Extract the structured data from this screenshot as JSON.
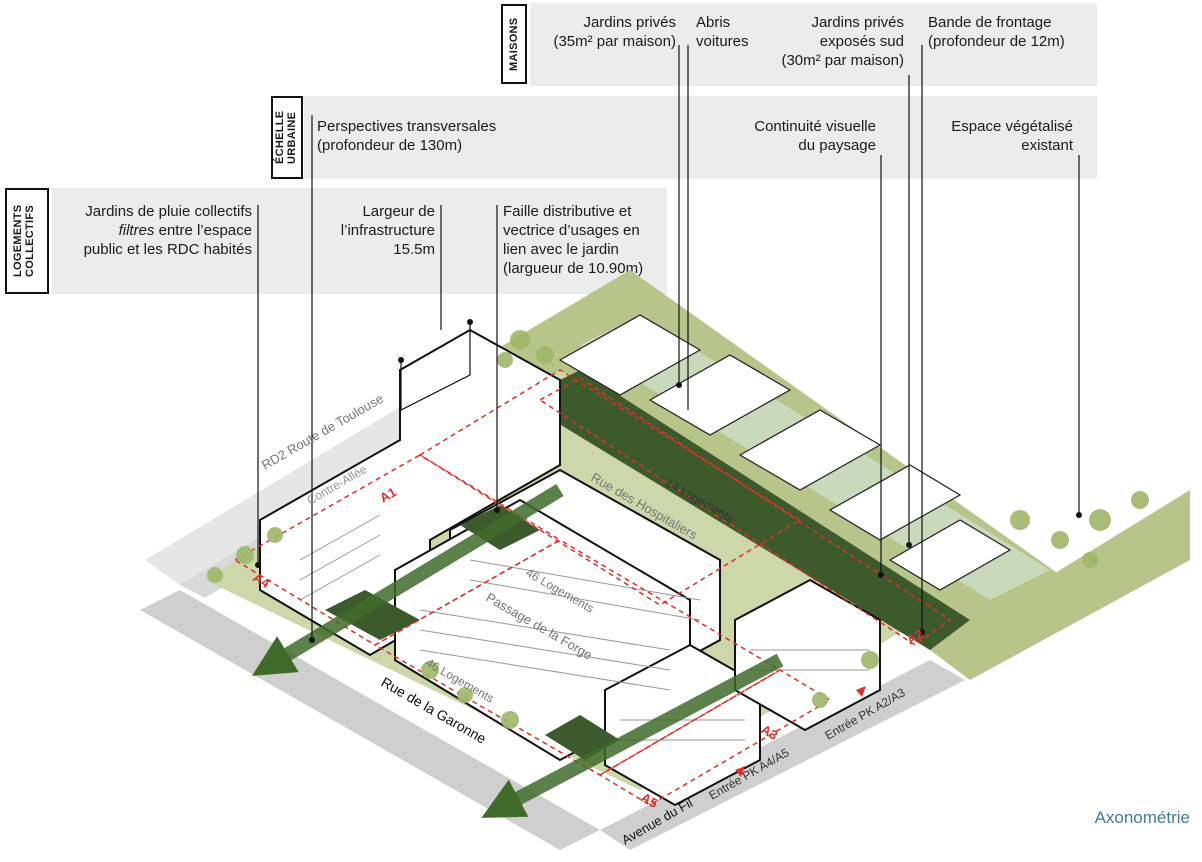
{
  "caption": "Axonométrie",
  "categories": {
    "maisons": "MAISONS",
    "echelle": "ÉCHELLE URBAINE",
    "logements": "LOGEMENTS COLLECTIFS"
  },
  "labels": {
    "jardins_prives_line1": "Jardins privés",
    "jardins_prives_line2": "(35m² par maison)",
    "abris_line1": "Abris",
    "abris_line2": "voitures",
    "jardins_sud_line1": "Jardins privés",
    "jardins_sud_line2": "exposés sud",
    "jardins_sud_line3": "(30m² par maison)",
    "bande_line1": "Bande de frontage",
    "bande_line2": "(profondeur de 12m)",
    "perspectives_line1": "Perspectives transversales",
    "perspectives_line2": "(profondeur de 130m)",
    "continuite_line1": "Continuité visuelle",
    "continuite_line2": "du paysage",
    "espace_line1": "Espace végétalisé",
    "espace_line2": "existant",
    "pluie_line1": "Jardins de pluie collectifs",
    "pluie_line2a": "filtres",
    "pluie_line2b": " entre l’espace",
    "pluie_line3": "public et les RDC habités",
    "largeur_line1": "Largeur de",
    "largeur_line2": "l’infrastructure",
    "largeur_line3": "15.5m",
    "faille_line1": "Faille distributive et",
    "faille_line2": "vectrice d’usages en",
    "faille_line3": "lien avec le jardin",
    "faille_line4": "(largueur de 10.90m)"
  },
  "streets": {
    "rd2": "RD2 Route de Toulouse",
    "contre_allee": "Contre-Allée",
    "garonne": "Rue de la Garonne",
    "avenue_fil": "Avenue du Fil",
    "hospitaliers": "Rue des Hospitaliers",
    "passage_forge": "Passage de la Forge",
    "entree_pk_a4a5": "Entrée PK A4/A5",
    "entree_pk_a2a3": "Entrée PK A2/A3"
  },
  "counts": {
    "logements_14": "14 Logements",
    "logements_46a": "46 Logements",
    "logements_46b": "46 Logements"
  },
  "lots": [
    "A1",
    "A2",
    "A3",
    "A4",
    "A5"
  ],
  "colors": {
    "band": "#ececec",
    "grass": "#b7c58a",
    "dark_green": "#3d5a2c",
    "mid_green": "#6f8c4e",
    "arrow": "#3f6b2a",
    "red": "#e0302a",
    "road": "#cfcfcf",
    "caption": "#4a7b95"
  }
}
